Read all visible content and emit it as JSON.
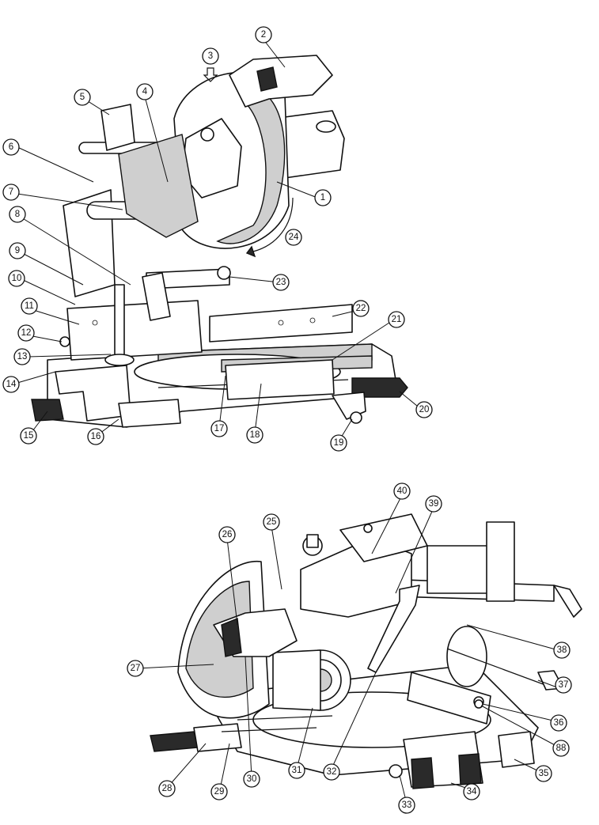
{
  "diagram": {
    "direction_marker": "3",
    "top_callouts": [
      "1",
      "2",
      "4",
      "5",
      "6",
      "7",
      "8",
      "9",
      "10",
      "11",
      "12",
      "13",
      "14",
      "15",
      "16",
      "17",
      "18",
      "19",
      "20",
      "21",
      "22",
      "23",
      "24"
    ],
    "bottom_callouts": [
      "25",
      "26",
      "27",
      "28",
      "29",
      "30",
      "31",
      "32",
      "33",
      "34",
      "35",
      "36",
      "37",
      "38",
      "39",
      "40",
      "88"
    ]
  }
}
